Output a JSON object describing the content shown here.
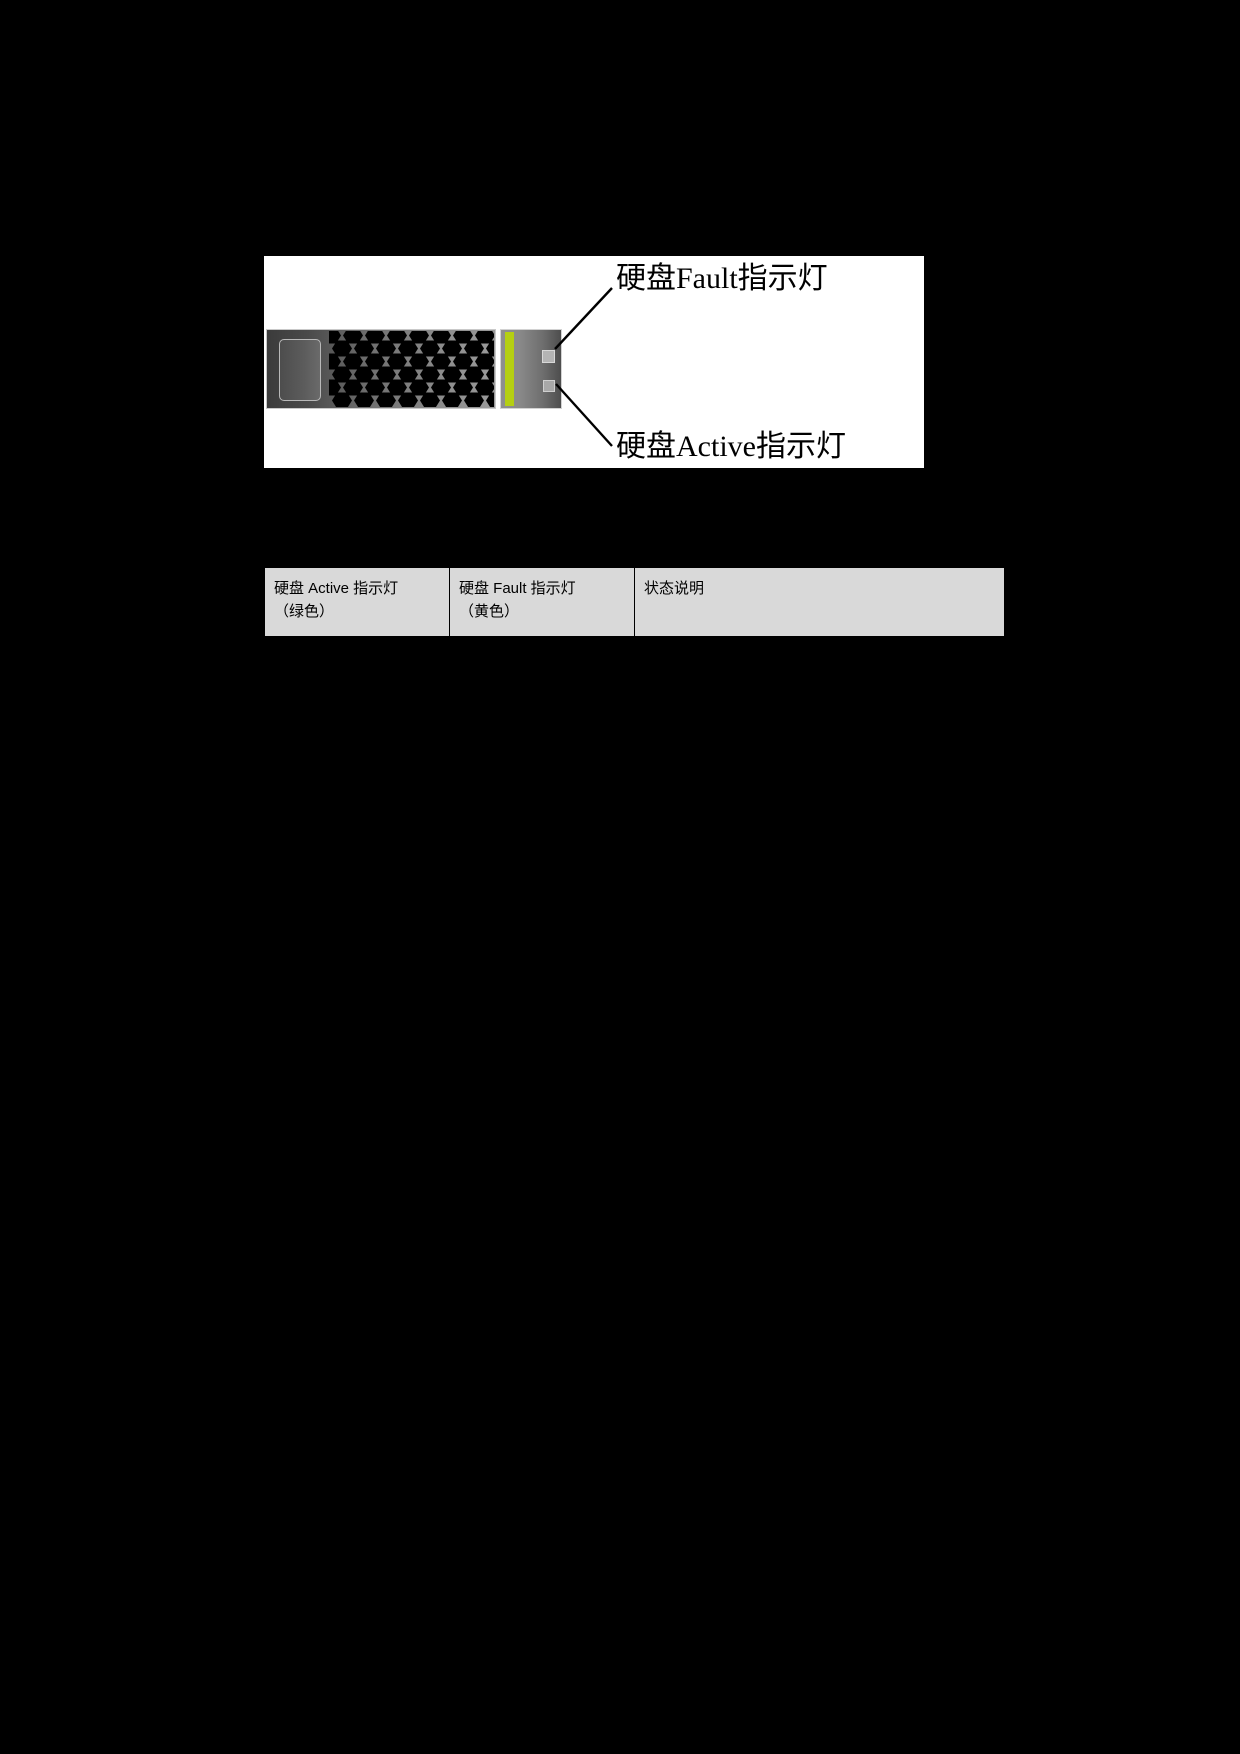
{
  "page": {
    "background_color": "#000000",
    "figure_background": "#ffffff"
  },
  "figure": {
    "name": "hard-disk-drive-led-diagram",
    "callouts": [
      {
        "id": "fault",
        "label": "硬盘Fault指示灯"
      },
      {
        "id": "active",
        "label": "硬盘Active指示灯"
      }
    ],
    "drive": {
      "latch_name": "drive-latch",
      "vent_name": "honeycomb-vent",
      "led_strip_color": "#b5cf12",
      "fault_led_name": "fault-led",
      "active_led_name": "active-led"
    }
  },
  "table": {
    "name": "hdd-led-status-table",
    "headers": [
      "硬盘 Active 指示灯\n（绿色）",
      "硬盘 Fault 指示灯\n（黄色）",
      "状态说明"
    ],
    "header_lines": [
      {
        "line1": "硬盘 Active 指示灯",
        "line2": "（绿色）"
      },
      {
        "line1": "硬盘 Fault 指示灯",
        "line2": "（黄色）"
      },
      {
        "line1": "状态说明",
        "line2": ""
      }
    ],
    "rows": []
  }
}
